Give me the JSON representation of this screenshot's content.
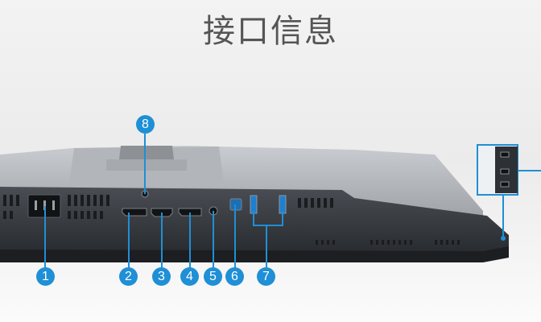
{
  "title": "接口信息",
  "callouts": [
    {
      "id": "port-1",
      "label": "1"
    },
    {
      "id": "port-2",
      "label": "2"
    },
    {
      "id": "port-3",
      "label": "3"
    },
    {
      "id": "port-4",
      "label": "4"
    },
    {
      "id": "port-5",
      "label": "5"
    },
    {
      "id": "port-6",
      "label": "6"
    },
    {
      "id": "port-7",
      "label": "7"
    },
    {
      "id": "port-8",
      "label": "8"
    }
  ],
  "colors": {
    "accent": "#1f8fd6",
    "title": "#555555",
    "monitor_body": "#3a3d42"
  },
  "icons": [
    "power-socket-icon",
    "displayport-icon",
    "hdmi-icon",
    "audio-jack-icon",
    "usb-b-icon",
    "usb-a-icon",
    "lock-slot-icon"
  ]
}
